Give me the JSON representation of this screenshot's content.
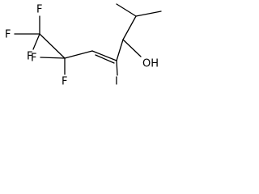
{
  "molecule": {
    "labels": {
      "f1": "F",
      "f2": "F",
      "f3": "F",
      "f4": "F",
      "f5": "F",
      "hydroxyl": "OH",
      "iodine": "I"
    }
  }
}
